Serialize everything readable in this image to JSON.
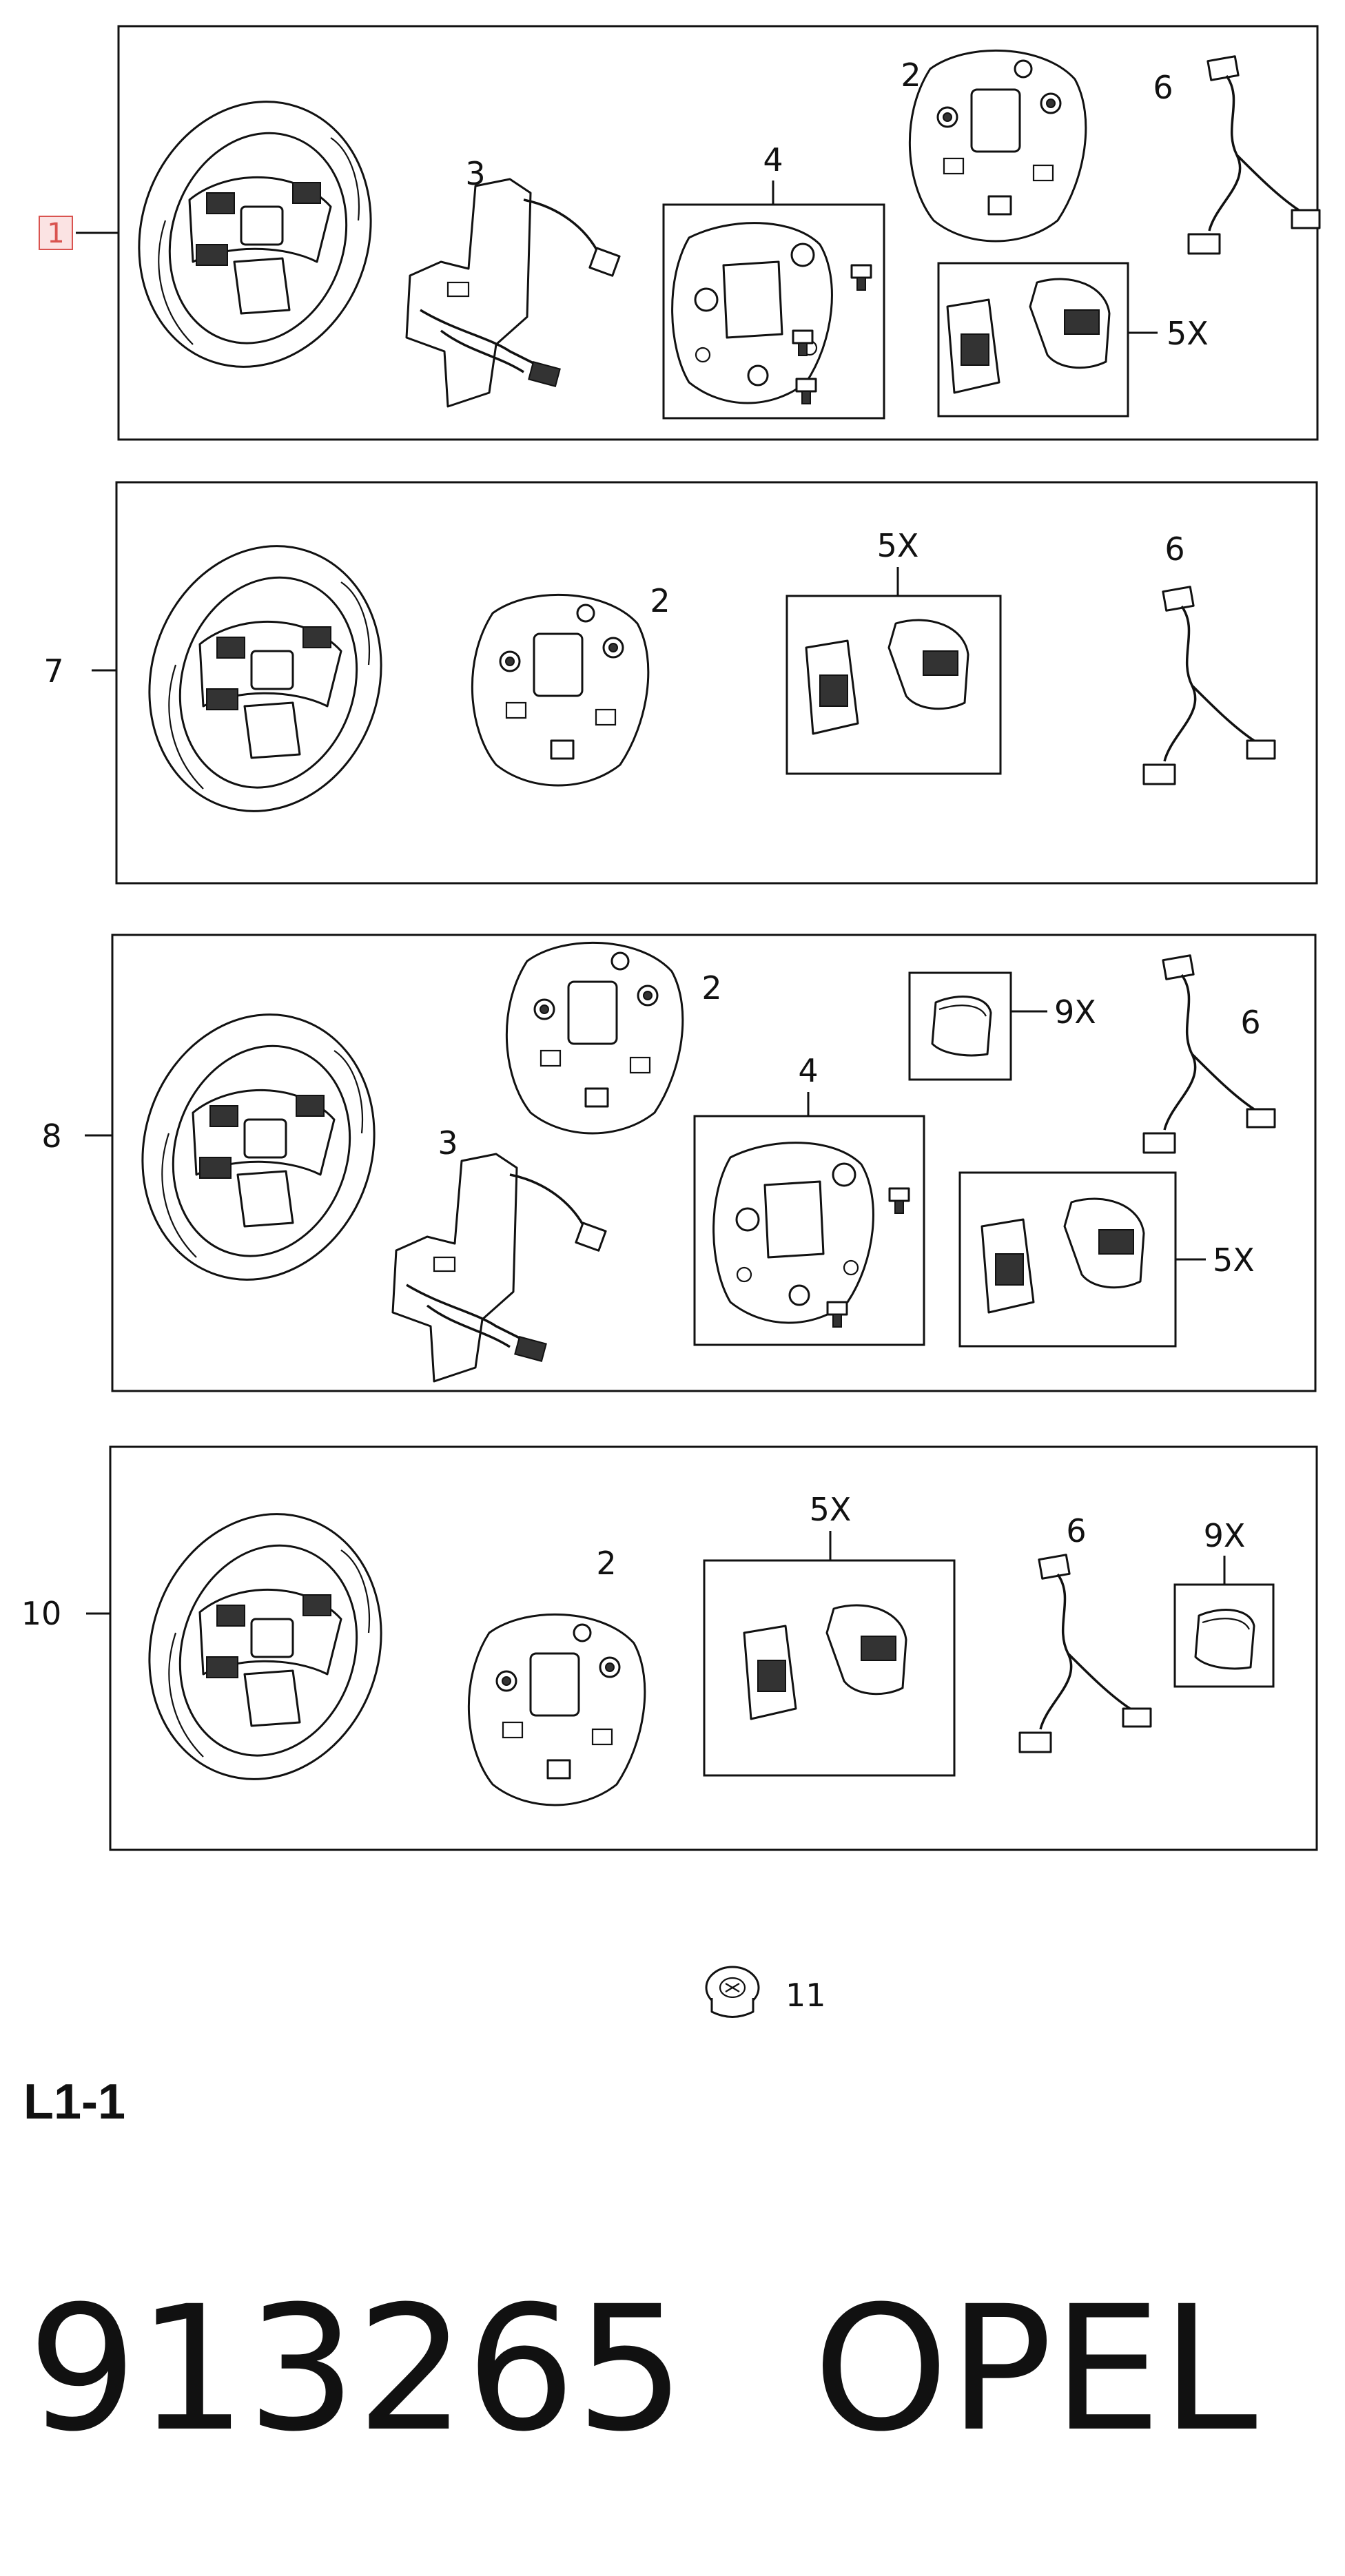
{
  "diagram": {
    "rows": [
      {
        "label": "1",
        "selected": true
      },
      {
        "label": "7",
        "selected": false
      },
      {
        "label": "8",
        "selected": false
      },
      {
        "label": "10",
        "selected": false
      }
    ],
    "callouts": {
      "p2": "2",
      "p3": "3",
      "p4": "4",
      "p5x": "5X",
      "p6": "6",
      "p9x": "9X",
      "p11": "11"
    },
    "section_title": "L1-1",
    "part_number": "913265",
    "brand": "OPEL"
  }
}
